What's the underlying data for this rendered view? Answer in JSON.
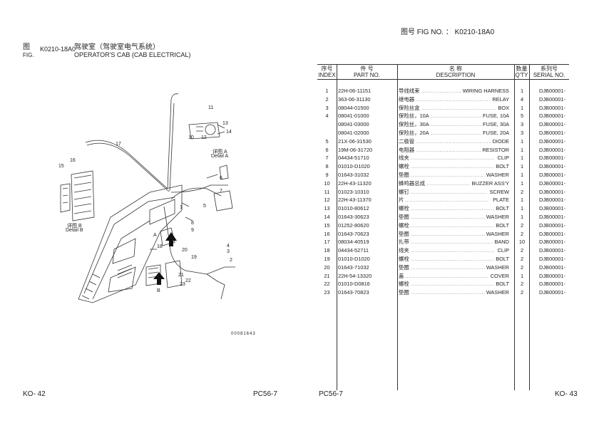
{
  "fig_header": {
    "label_cn": "图号",
    "label_en": "FIG NO. ：",
    "value": "K0210-18A0"
  },
  "left_header": {
    "fig_cn": "图",
    "fig_en": "FIG.",
    "fig_no": "K0210-18A0",
    "title_cn": "驾驶室（驾驶室电气系统）",
    "title_en": "OPERATOR'S CAB (CAB ELECTRICAL)"
  },
  "diagram": {
    "detail_a_cn": "详图 A",
    "detail_a_en": "Detail A",
    "detail_b_cn": "详图 B",
    "detail_b_en": "Detail B",
    "callouts": [
      "1",
      "2",
      "3",
      "4",
      "5",
      "6",
      "7",
      "8",
      "9",
      "10",
      "11",
      "12",
      "13",
      "14",
      "15",
      "16",
      "17",
      "18",
      "19",
      "20",
      "21",
      "22",
      "23"
    ],
    "arrow_a": "A",
    "arrow_b": "B",
    "drawing_code": "00081643"
  },
  "table": {
    "headers": {
      "index_cn": "序号",
      "index_en": "INDEX",
      "part_cn": "件    号",
      "part_en": "PART NO.",
      "desc_cn": "名          称",
      "desc_en": "DESCRIPTION",
      "qty_cn": "数量",
      "qty_en": "Q'TY",
      "serial_cn": "系列号",
      "serial_en": "SERIAL NO."
    },
    "rows": [
      {
        "index": "1",
        "part": "22H-06-11151",
        "cn": "导线线束",
        "en": "WIRING HARNESS",
        "qty": "1",
        "serial": "DJB00001-"
      },
      {
        "index": "2",
        "part": "363-06-31130",
        "cn": "继电器",
        "en": "RELAY",
        "qty": "4",
        "serial": "DJB00001-"
      },
      {
        "index": "3",
        "part": "08044-01500",
        "cn": "保险丝盒",
        "en": "BOX",
        "qty": "1",
        "serial": "DJB00001-"
      },
      {
        "index": "4",
        "part": "08041-01000",
        "cn": "保险丝，10A",
        "en": "FUSE, 10A",
        "qty": "5",
        "serial": "DJB00001-"
      },
      {
        "index": "",
        "part": "08041-03000",
        "cn": "保险丝，30A",
        "en": "FUSE, 30A",
        "qty": "3",
        "serial": "DJB00001-"
      },
      {
        "index": "",
        "part": "08041-02000",
        "cn": "保险丝，20A",
        "en": "FUSE, 20A",
        "qty": "3",
        "serial": "DJB00001-"
      },
      {
        "index": "5",
        "part": "21X-06-31530",
        "cn": "二极管",
        "en": "DIODE",
        "qty": "1",
        "serial": "DJB00001-"
      },
      {
        "index": "6",
        "part": "19M-06-31720",
        "cn": "电阻器",
        "en": "RESISTOR",
        "qty": "1",
        "serial": "DJB00001-"
      },
      {
        "index": "7",
        "part": "04434-51710",
        "cn": "线夹",
        "en": "CLIP",
        "qty": "1",
        "serial": "DJB00001-"
      },
      {
        "index": "8",
        "part": "01010-D1020",
        "cn": "螺栓",
        "en": "BOLT",
        "qty": "1",
        "serial": "DJB00001-"
      },
      {
        "index": "9",
        "part": "01643-31032",
        "cn": "垫圈",
        "en": "WASHER",
        "qty": "1",
        "serial": "DJB00001-"
      },
      {
        "index": "10",
        "part": "22H-43-11320",
        "cn": "蜂鸣器总成",
        "en": "BUZZER ASS'Y",
        "qty": "1",
        "serial": "DJB00001-"
      },
      {
        "index": "11",
        "part": "01023-10310",
        "cn": "螺钉",
        "en": "SCREW",
        "qty": "2",
        "serial": "DJB00001-"
      },
      {
        "index": "12",
        "part": "22H-43-11370",
        "cn": "片",
        "en": "PLATE",
        "qty": "1",
        "serial": "DJB00001-"
      },
      {
        "index": "13",
        "part": "01010-80612",
        "cn": "螺栓",
        "en": "BOLT",
        "qty": "1",
        "serial": "DJB00001-"
      },
      {
        "index": "14",
        "part": "01643-30623",
        "cn": "垫圈",
        "en": "WASHER",
        "qty": "1",
        "serial": "DJB00001-"
      },
      {
        "index": "15",
        "part": "01252-80620",
        "cn": "螺栓",
        "en": "BOLT",
        "qty": "2",
        "serial": "DJB00001-"
      },
      {
        "index": "16",
        "part": "01643-70623",
        "cn": "垫圈",
        "en": "WASHER",
        "qty": "2",
        "serial": "DJB00001-"
      },
      {
        "index": "17",
        "part": "08034-40519",
        "cn": "扎带",
        "en": "BAND",
        "qty": "10",
        "serial": "DJB00001-"
      },
      {
        "index": "18",
        "part": "04434-52711",
        "cn": "线夹",
        "en": "CLIP",
        "qty": "2",
        "serial": "DJB00001-"
      },
      {
        "index": "19",
        "part": "01010-D1020",
        "cn": "螺栓",
        "en": "BOLT",
        "qty": "2",
        "serial": "DJB00001-"
      },
      {
        "index": "20",
        "part": "01643-71032",
        "cn": "垫圈",
        "en": "WASHER",
        "qty": "2",
        "serial": "DJB00001-"
      },
      {
        "index": "21",
        "part": "22H-54-13320",
        "cn": "盖",
        "en": "COVER",
        "qty": "1",
        "serial": "DJB00001-"
      },
      {
        "index": "22",
        "part": "01010-D0816",
        "cn": "螺栓",
        "en": "BOLT",
        "qty": "2",
        "serial": "DJB00001-"
      },
      {
        "index": "23",
        "part": "01643-70823",
        "cn": "垫圈",
        "en": "WASHER",
        "qty": "2",
        "serial": "DJB00001-"
      }
    ]
  },
  "footer": {
    "left_page": "KO- 42",
    "left_model": "PC56-7",
    "right_model": "PC56-7",
    "right_page": "KO- 43"
  }
}
